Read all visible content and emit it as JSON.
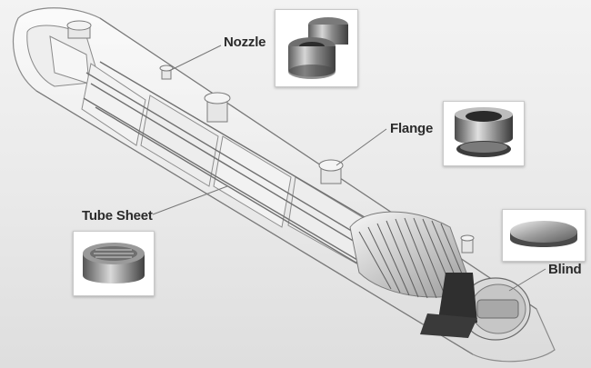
{
  "diagram": {
    "subject": "Shell and tube heat exchanger cutaway",
    "labels": {
      "nozzle": "Nozzle",
      "flange": "Flange",
      "tube_sheet": "Tube Sheet",
      "blind": "Blind"
    }
  },
  "colors": {
    "background_top": "#f3f3f3",
    "background_bottom": "#dedede",
    "outline": "#8a8a8a",
    "label_text": "#2b2b2b",
    "metal_light": "#e4e4e4",
    "metal_dark": "#3a3a3a",
    "leader_line": "#777777"
  }
}
